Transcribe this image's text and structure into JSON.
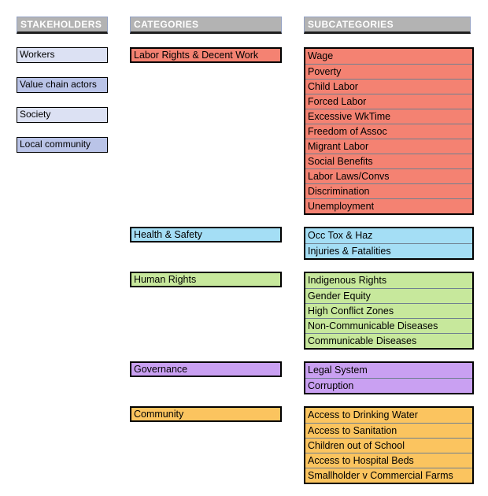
{
  "headers": {
    "stakeholders": "STAKEHOLDERS",
    "categories": "CATEGORIES",
    "subcategories": "SUBCATEGORIES"
  },
  "stakeholders": [
    {
      "label": "Workers",
      "shade": "light"
    },
    {
      "label": "Value chain actors",
      "shade": "dark"
    },
    {
      "label": "Society",
      "shade": "light"
    },
    {
      "label": "Local community",
      "shade": "dark"
    }
  ],
  "groups": [
    {
      "category": "Labor Rights & Decent Work",
      "color": "#f48272",
      "subcategories": [
        "Wage",
        "Poverty",
        "Child Labor",
        "Forced Labor",
        "Excessive WkTime",
        "Freedom of Assoc",
        "Migrant Labor",
        "Social Benefits",
        "Labor Laws/Convs",
        "Discrimination",
        "Unemployment"
      ]
    },
    {
      "category": "Health & Safety",
      "color": "#a4def5",
      "subcategories": [
        "Occ Tox & Haz",
        "Injuries & Fatalities"
      ]
    },
    {
      "category": "Human Rights",
      "color": "#c7e89c",
      "subcategories": [
        "Indigenous Rights",
        "Gender Equity",
        "High Conflict Zones",
        "Non-Communicable Diseases",
        "Communicable Diseases"
      ]
    },
    {
      "category": "Governance",
      "color": "#c9a0f2",
      "subcategories": [
        "Legal System",
        "Corruption"
      ]
    },
    {
      "category": "Community",
      "color": "#fbc45f",
      "subcategories": [
        "Access to Drinking Water",
        "Access to Sanitation",
        "Children out of School",
        "Access to Hospital Beds",
        "Smallholder v Commercial Farms"
      ]
    }
  ],
  "colors": {
    "header_bg": "#b3b3b3",
    "header_text": "#ffffff",
    "stakeholder_light": "#dce1f3",
    "stakeholder_dark": "#bac4e8",
    "divider": "#708090",
    "border": "#000000"
  }
}
